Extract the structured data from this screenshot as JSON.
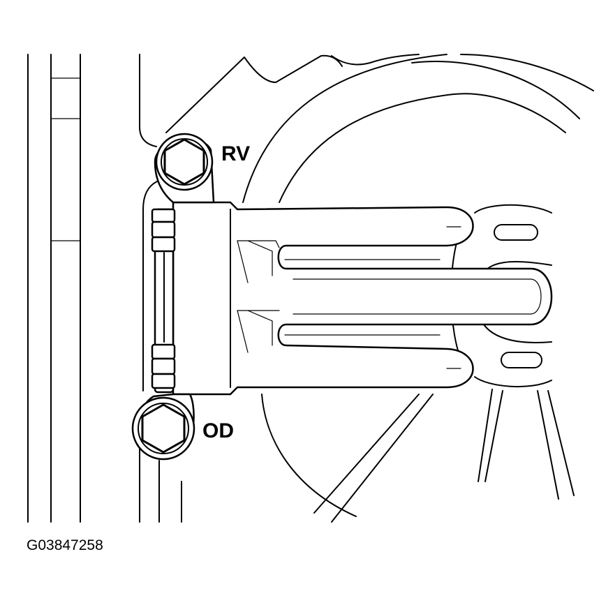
{
  "labels": {
    "rv": "RV",
    "od": "OD"
  },
  "figure_code": "G03847258"
}
